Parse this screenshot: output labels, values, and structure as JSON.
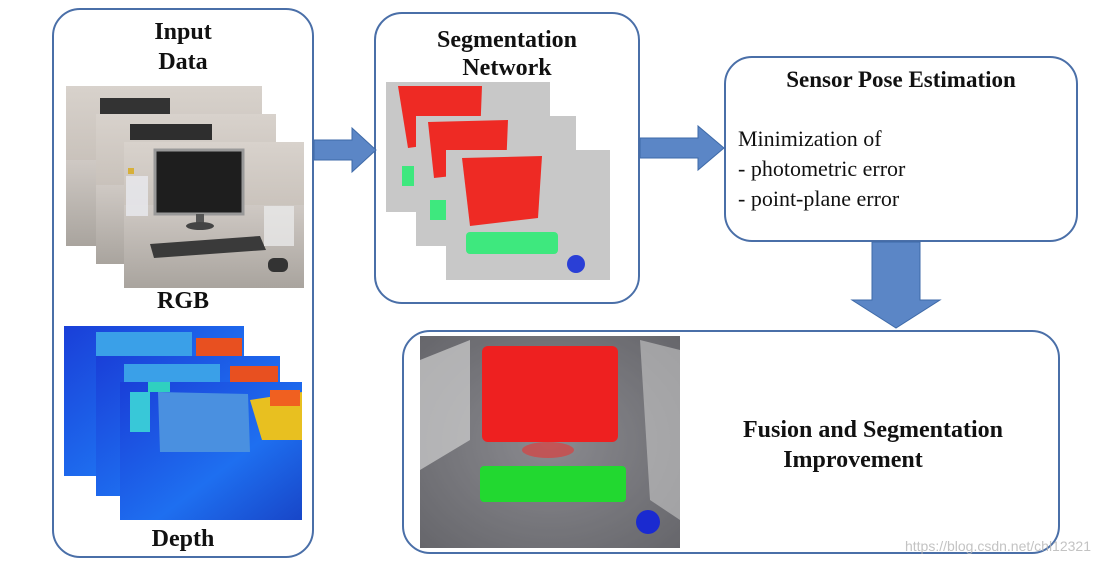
{
  "input_box": {
    "title_line1": "Input",
    "title_line2": "Data",
    "rgb_label": "RGB",
    "depth_label": "Depth"
  },
  "segmentation_box": {
    "title_line1": "Segmentation",
    "title_line2": "Network"
  },
  "pose_box": {
    "title": "Sensor Pose Estimation",
    "line1": "Minimization of",
    "line2": "- photometric error",
    "line3": "- point-plane error"
  },
  "fusion_box": {
    "title_line1": "Fusion and Segmentation",
    "title_line2": "Improvement"
  },
  "watermark": "https://blog.csdn.net/chl12321",
  "colors": {
    "box_border": "#4a6fa8",
    "arrow": "#5b86c6",
    "seg_red": "#ee2a24",
    "seg_green": "#3ee87e",
    "seg_blue": "#2a3fd6",
    "seg_bg": "#c8c8c8"
  }
}
